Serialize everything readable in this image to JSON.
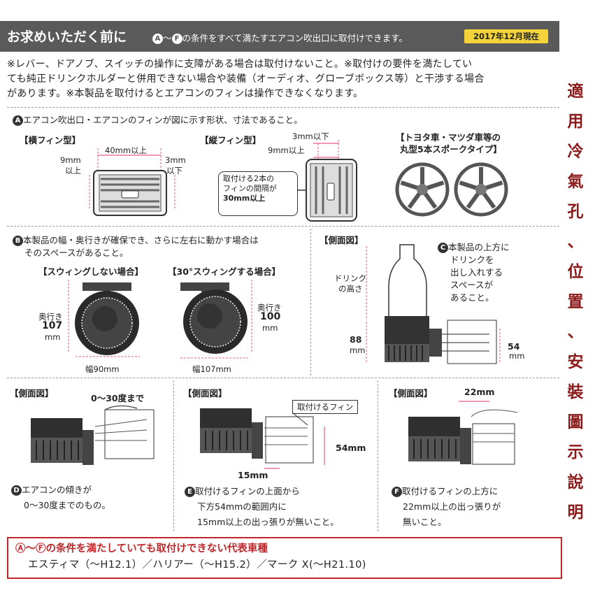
{
  "header": {
    "title": "お求めいただく前に",
    "badge_a": "A",
    "range_sep": "～",
    "badge_f": "F",
    "subtitle": "の条件をすべて満たすエアコン吹出口に取付けできます。",
    "date": "2017年12月現在"
  },
  "notice": {
    "line1": "※レバー、ドアノブ、スイッチの操作に支障がある場合は取付けないこと。※取付けの要件を満たしてい",
    "line2": "ても純正ドリンクホルダーと併用できない場合や装備（オーディオ、グローブボックス等）と干渉する場合",
    "line3": "があります。※本製品を取付けるとエアコンのフィンは操作できなくなります。"
  },
  "side_caption": [
    "適",
    "用",
    "冷",
    "氣",
    "孔",
    "、",
    "位",
    "置",
    "、",
    "安",
    "裝",
    "圖",
    "示",
    "說",
    "明"
  ],
  "section_a": {
    "badge": "A",
    "text": "エアコン吹出口・エアコンのフィンが図に示す形状、寸法であること。",
    "horizontal": {
      "title": "【横フィン型】",
      "dim_width": "40mm以上",
      "dim_left_1": "9mm",
      "dim_left_2": "以上",
      "dim_right_1": "3mm",
      "dim_right_2": "以下"
    },
    "vertical": {
      "title": "【縦フィン型】",
      "dim_top": "3mm以下",
      "dim_mid": "9mm以上",
      "callout_1": "取付ける2本の",
      "callout_2": "フィンの間隔が",
      "callout_3": "30mm以上"
    },
    "round": {
      "title_1": "【トヨタ車・マツダ車等の",
      "title_2": "丸型5本スポークタイプ】"
    }
  },
  "section_b": {
    "badge": "B",
    "text_1": "本製品の幅・奥行きが確保でき、さらに左右に動かす場合は",
    "text_2": "そのスペースがあること。",
    "no_swing": {
      "title": "【スウィングしない場合】",
      "depth_label": "奥行き",
      "depth_value": "107",
      "depth_unit": "mm",
      "width": "幅90mm"
    },
    "swing": {
      "title": "【30°スウィングする場合】",
      "depth_label": "奥行き",
      "depth_value": "100",
      "depth_unit": "mm",
      "width": "幅107mm"
    }
  },
  "section_c": {
    "title": "【側面図】",
    "drink_1": "ドリンク",
    "drink_2": "の高さ",
    "h88_1": "88",
    "h88_2": "mm",
    "h54_1": "54",
    "h54_2": "mm",
    "badge": "C",
    "text_1": "本製品の上方に",
    "text_2": "ドリンクを",
    "text_3": "出し入れする",
    "text_4": "スペースが",
    "text_5": "あること。"
  },
  "section_d": {
    "title": "【側面図】",
    "angle": "0～30度まで",
    "badge": "D",
    "text_1": "エアコンの傾きが",
    "text_2": "0～30度までのもの。"
  },
  "section_e": {
    "title": "【側面図】",
    "fin_label": "取付けるフィン",
    "dim_54": "54mm",
    "dim_15": "15mm",
    "badge": "E",
    "text_1": "取付けるフィンの上面から",
    "text_2": "下方54mmの範囲内に",
    "text_3": "15mm以上の出っ張りが無いこと。"
  },
  "section_f": {
    "title": "【側面図】",
    "dim_22": "22mm",
    "badge": "F",
    "text_1": "取付けるフィンの上方に",
    "text_2": "22mm以上の出っ張りが",
    "text_3": "無いこと。"
  },
  "footer": {
    "title": "Ⓐ～Ⓕの条件を満たしていても取付けできない代表車種",
    "models": "エスティマ（～H12.1）／ハリアー（～H15.2）／マーク X(～H21.10)"
  }
}
